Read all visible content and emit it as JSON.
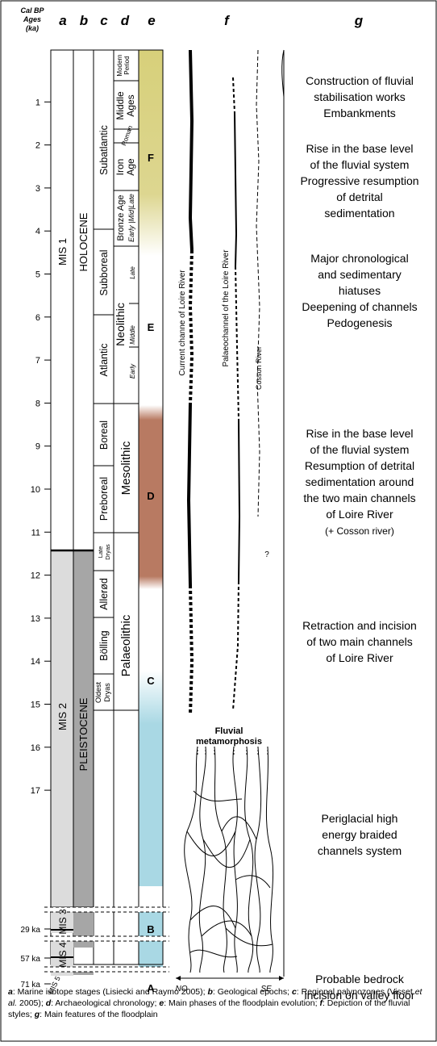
{
  "header": {
    "age_title": "Cal BP Ages (ka)",
    "col_a": "a",
    "col_b": "b",
    "col_c": "c",
    "col_d": "d",
    "col_e": "e",
    "col_f": "f",
    "col_g": "g"
  },
  "age_ticks": [
    "1",
    "2",
    "3",
    "4",
    "5",
    "6",
    "7",
    "8",
    "9",
    "10",
    "11",
    "12",
    "13",
    "14",
    "15",
    "16",
    "17"
  ],
  "lower_ticks": [
    "29 ka",
    "57 ka",
    "71 ka"
  ],
  "col_a_labels": {
    "mis1": "MIS 1",
    "mis2": "MIS 2",
    "mis3": "MIS 3",
    "mis4": "MIS 4",
    "mis5": "MIS 5"
  },
  "col_b_labels": {
    "holocene": "HOLOCENE",
    "pleistocene": "PLEISTOCENE"
  },
  "col_c_labels": {
    "subatlantic": "Subatlantic",
    "subboreal": "Subboreal",
    "atlantic": "Atlantic",
    "boreal": "Boreal",
    "preboreal": "Preboreal",
    "late_dryas": "Late Dryas",
    "allerod": "Allerød",
    "bolling": "Bölling",
    "oldest_dryas": "Oldest Dryas"
  },
  "col_d_labels": {
    "modern": "Modern Period",
    "middle_ages": "Middle Ages",
    "roman": "Roman",
    "iron_age": "Iron Age",
    "bronze_age": "Bronze Age",
    "bronze_sub": "Early |Mid|Late",
    "neolithic": "Neolithic",
    "late": "Late",
    "middle": "Middle",
    "early": "Early",
    "mesolithic": "Mesolithic",
    "palaeolithic": "Palaeolithic"
  },
  "col_e_labels": {
    "F": "F",
    "E": "E",
    "D": "D",
    "C": "C",
    "B": "B",
    "A": "A"
  },
  "colors": {
    "F": "#d7d07a",
    "D": "#b87a62",
    "C": "#a9d8e4",
    "grey_light": "#dcdcdc",
    "grey_dark": "#a6a6a6"
  },
  "col_f_labels": {
    "current": "Current channe of Loire River",
    "palaeo": "Palaeochannel of the Loire River",
    "cosson": "Cosson River",
    "question": "?",
    "fluvial": "Fluvial",
    "metamorphosis": "metamorphosis",
    "no": "NO",
    "se": "SE"
  },
  "col_g_texts": {
    "g1": [
      "Construction of fluvial",
      "stabilisation works",
      "Embankments"
    ],
    "g2": [
      "Rise in the base level",
      "of the fluvial system",
      "Progressive resumption",
      "of detrital",
      "sedimentation"
    ],
    "g3": [
      "Major chronological",
      "and sedimentary",
      "hiatuses",
      "Deepening of channels",
      "Pedogenesis"
    ],
    "g4": [
      "Rise in the base level",
      "of the fluvial system",
      "Resumption of detrital",
      "sedimentation around",
      "the two main channels",
      "of Loire River",
      "(+ Cosson river)"
    ],
    "g5": [
      "Retraction and incision",
      "of two main channels",
      "of Loire River"
    ],
    "g6": [
      "Periglacial high",
      "energy braided",
      "channels system"
    ],
    "g7": [
      "Probable bedrock",
      "incision on valley floor"
    ]
  },
  "legend": {
    "a_key": "a",
    "a_text": ": Marine isotope stages (Lisiecki and Raymo 2005); ",
    "b_key": "b",
    "b_text": ": Geological epochs; ",
    "c_key": "c",
    "c_text": ": Regional palynozones (Visset ",
    "c_etal": "et al.",
    "c_text2": " 2005); ",
    "d_key": "d",
    "d_text": ": Archaeological chronology; ",
    "e_key": "e",
    "e_text": ": Main phases of the floodplain evolution; ",
    "f_key": "f",
    "f_text": ": Depiction of the fluvial styles; ",
    "g_key": "g",
    "g_text": ": Main features of the floodplain"
  }
}
